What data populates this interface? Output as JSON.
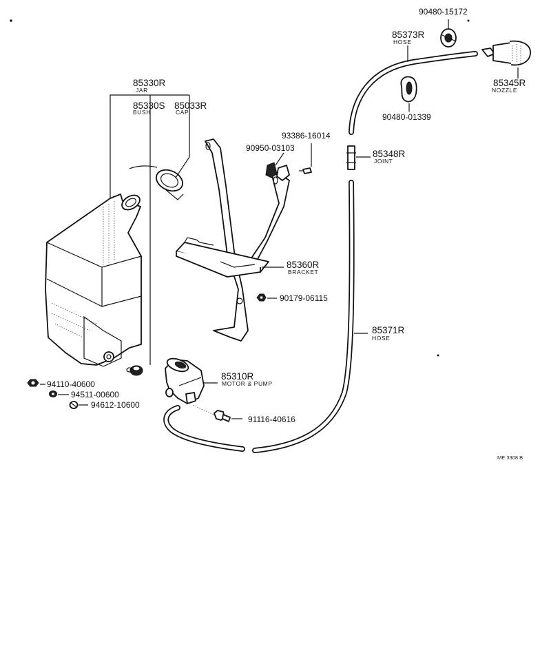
{
  "labels": {
    "jar": {
      "number": "85330R",
      "name": "JAR"
    },
    "bush": {
      "number": "85330S",
      "name": "BUSH"
    },
    "cap": {
      "number": "85033R",
      "name": "CAP"
    },
    "grommet_top": {
      "number": "90480-15172"
    },
    "hose_top": {
      "number": "85373R",
      "name": "HOSE"
    },
    "nozzle": {
      "number": "85345R",
      "name": "NOZZLE"
    },
    "grommet_mid": {
      "number": "90480-01339"
    },
    "screw_a": {
      "number": "93386-16014"
    },
    "clip": {
      "number": "90950-03103"
    },
    "joint": {
      "number": "85348R",
      "name": "JOINT"
    },
    "bracket": {
      "number": "85360R",
      "name": "BRACKET"
    },
    "bolt_bracket": {
      "number": "90179-06115"
    },
    "hose_long": {
      "number": "85371R",
      "name": "HOSE"
    },
    "motor_pump": {
      "number": "85310R",
      "name": "MOTOR & PUMP"
    },
    "nut": {
      "number": "94110-40600"
    },
    "washer_a": {
      "number": "94511-00600"
    },
    "washer_b": {
      "number": "94612-10600"
    },
    "bolt_pump": {
      "number": "91116-40616"
    }
  },
  "drawing_code": "ME 3308 B"
}
